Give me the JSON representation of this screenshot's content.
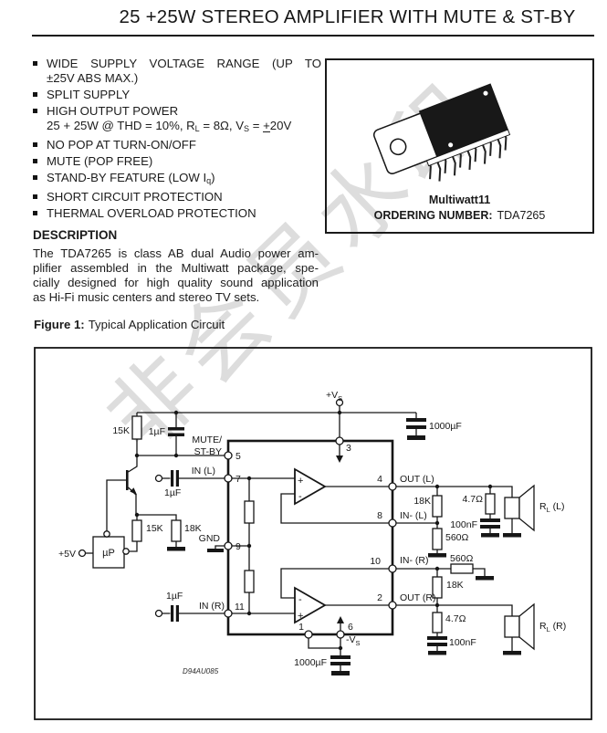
{
  "page": {
    "title": "25 +25W STEREO AMPLIFIER WITH MUTE & ST-BY",
    "watermark": "非会员水印"
  },
  "colors": {
    "ink": "#1a1a1a",
    "watermark": "#d9d9d9"
  },
  "features": {
    "f1l1": "WIDE SUPPLY VOLTAGE RANGE (UP TO",
    "f1l2": "±25V ABS MAX.)",
    "f2": "SPLIT SUPPLY",
    "f3l1": "HIGH OUTPUT POWER",
    "f3a": "25 + 25W @ THD = 10%, R",
    "f3b": "L",
    "f3c": " = 8Ω, V",
    "f3d": "S",
    "f3e": " = ",
    "f3plus": "+",
    "f3f": "20V",
    "f4": "NO POP AT TURN-ON/OFF",
    "f5": "MUTE (POP FREE)",
    "f6a": "STAND-BY FEATURE (LOW I",
    "f6b": "q",
    "f6c": ")",
    "f7": "SHORT CIRCUIT PROTECTION",
    "f8": "THERMAL OVERLOAD PROTECTION"
  },
  "description": {
    "heading": "DESCRIPTION",
    "lines": [
      "The TDA7265 is class AB dual Audio power am-",
      "plifier assembled in the Multiwatt package, spe-",
      "cially designed for high quality sound application",
      "as Hi-Fi music centers and stereo TV sets."
    ]
  },
  "figure": {
    "label": "Figure 1:",
    "caption": "Typical Application Circuit"
  },
  "package": {
    "name": "Multiwatt11",
    "ordering_label": "ORDERING NUMBER:",
    "ordering_value": "TDA7265"
  },
  "schematic": {
    "code": "D94AU085",
    "supply_pos": {
      "v": "+V",
      "sub": "S"
    },
    "supply_neg": {
      "v": "-V",
      "sub": "S"
    },
    "plus5v": "+5V",
    "micro": "µP",
    "cap_top": "1000µF",
    "cap_bottom": "1000µF",
    "r15k_top": "15K",
    "c1u_top": "1µF",
    "c1u_inl": "1µF",
    "c1u_inr": "1µF",
    "r15k_low": "15K",
    "r18k_low": "18K",
    "mute_line1": "MUTE/",
    "mute_line2": "ST-BY",
    "gnd": "GND",
    "in_l": "IN (L)",
    "in_r": "IN (R)",
    "out_l": "OUT (L)",
    "out_r": "OUT (R)",
    "in_neg_l": "IN- (L)",
    "in_neg_r": "IN- (R)",
    "r18k_fb_l": "18K",
    "r18k_fb_r": "18K",
    "r560_l": "560Ω",
    "r560_r": "560Ω",
    "r47_l": "4.7Ω",
    "r47_r": "4.7Ω",
    "c100n_l": "100nF",
    "c100n_r": "100nF",
    "rl_l": {
      "r": "R",
      "sub": "L",
      "rest": " (L)"
    },
    "rl_r": {
      "r": "R",
      "sub": "L",
      "rest": " (R)"
    },
    "opamp_plus": "+",
    "opamp_minus": "-",
    "pins": {
      "p1": "1",
      "p2": "2",
      "p3": "3",
      "p4": "4",
      "p5": "5",
      "p6": "6",
      "p7": "7",
      "p8": "8",
      "p9": "9",
      "p10": "10",
      "p11": "11"
    }
  }
}
